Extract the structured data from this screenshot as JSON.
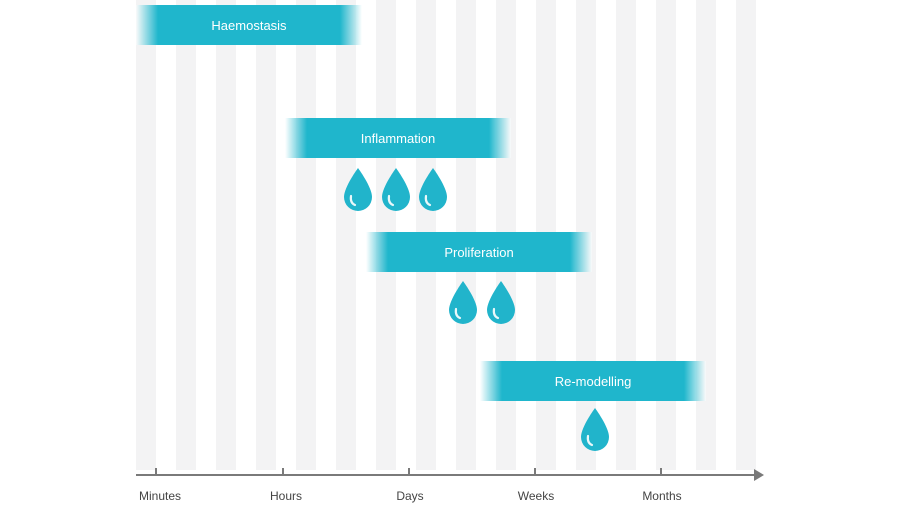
{
  "colors": {
    "bar": "#1fb6cc",
    "drop": "#21b4cb",
    "stripe": "#f3f3f4",
    "axis": "#7a7a7a"
  },
  "phases": [
    {
      "label": "Haemostasis",
      "drops": 0
    },
    {
      "label": "Inflammation",
      "drops": 3
    },
    {
      "label": "Proliferation",
      "drops": 2
    },
    {
      "label": "Re-modelling",
      "drops": 1
    }
  ],
  "axis": {
    "labels": [
      "Minutes",
      "Hours",
      "Days",
      "Weeks",
      "Months"
    ]
  },
  "icons": {
    "drop": "water-drop-icon"
  }
}
